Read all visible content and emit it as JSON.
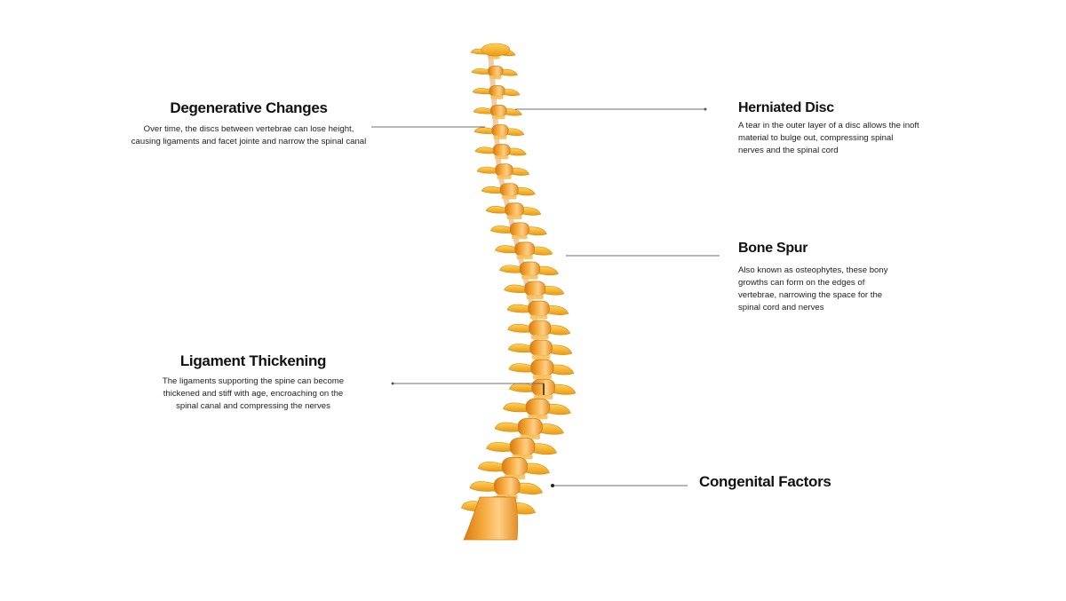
{
  "callouts": {
    "degenerative": {
      "title": "Degenerative Changes",
      "lines": [
        "Over time, the discs between vertebrae can lose height,",
        "causing ligaments and facet jointe and narrow the spinal canal"
      ]
    },
    "herniated": {
      "title": "Herniated Disc",
      "lines": [
        "A tear in the outer layer of a disc allows the inoft",
        "material to bulge out, compressing spinal",
        "nerves and the spinal cord"
      ]
    },
    "bone_spur": {
      "title": "Bone Spur",
      "lines": [
        "Also known as osteophytes, these bony",
        "growths can form on the edges of",
        "vertebrae, narrowing the space for the",
        "spinal cord and nerves"
      ]
    },
    "ligament": {
      "title": "Ligament Thickening",
      "lines": [
        "The ligaments supporting the spine can become",
        "thickened and stiff with age, encroaching on the",
        "spinal canal and compressing the nerves"
      ]
    },
    "congenital": {
      "title": "Congenital Factors"
    }
  },
  "colors": {
    "bone_dark": "#e08a1e",
    "bone_mid": "#f2a533",
    "bone_light": "#ffd089",
    "process": "#f7b62c",
    "disc": "#f6c15c",
    "leader_line": "#6f6f6f",
    "text": "#1a1a1a"
  }
}
